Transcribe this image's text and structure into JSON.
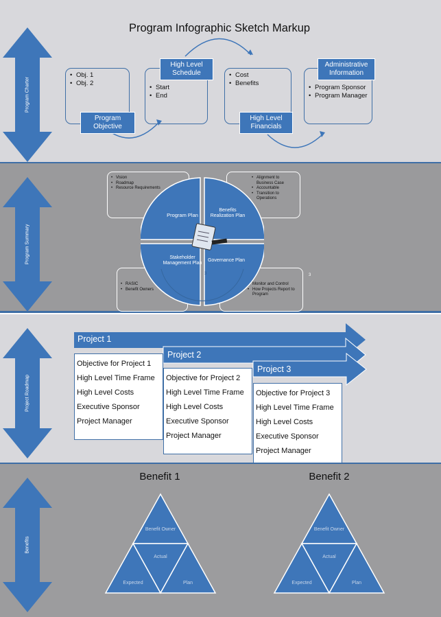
{
  "sections": {
    "charter": "Program Charter",
    "summary": "Program Summary",
    "roadmap": "Project Roadmap",
    "benefits": "Benefits"
  },
  "title": "Program Infographic Sketch Markup",
  "charter": {
    "objective": {
      "label": "Program Objective",
      "items": [
        "Obj. 1",
        "Obj. 2"
      ]
    },
    "schedule": {
      "label": "High Level Schedule",
      "items": [
        "Start",
        "End"
      ]
    },
    "financials": {
      "label": "High Level Financials",
      "items": [
        "Cost",
        "Benefits"
      ]
    },
    "admin": {
      "label": "Administrative Information",
      "items": [
        "Program Sponsor",
        "Program Manager"
      ]
    }
  },
  "summary": {
    "program_plan": {
      "label": "Program Plan",
      "items": [
        "Vision",
        "Roadmap",
        "Resource Requirements"
      ]
    },
    "benefits_plan": {
      "label": "Benefits Realization Plan",
      "items": [
        "Alignment to Business Case",
        "Accountable",
        "Transition to Operations"
      ]
    },
    "stakeholder_plan": {
      "label": "Stakeholder Management Plan",
      "items": [
        "RASIC",
        "Benefit Owners"
      ]
    },
    "governance_plan": {
      "label": "Governance Plan",
      "items": [
        "Monitor and Control",
        "How Projects Report to Program"
      ]
    },
    "marks": [
      "3",
      "3"
    ]
  },
  "projects": [
    {
      "name": "Project 1",
      "items": [
        "Objective for Project 1",
        "High Level Time Frame",
        "High Level Costs",
        "Executive Sponsor",
        "Project Manager"
      ]
    },
    {
      "name": "Project 2",
      "items": [
        "Objective for Project  2",
        "High Level Time Frame",
        "High Level Costs",
        "Executive Sponsor",
        "Project Manager"
      ]
    },
    {
      "name": "Project 3",
      "items": [
        "Objective for Project 3",
        "High Level Time Frame",
        "High Level Costs",
        "Executive Sponsor",
        "Project Manager"
      ]
    }
  ],
  "benefits": [
    {
      "title": "Benefit 1",
      "owner": "Benefit Owner",
      "actual": "Actual",
      "expected": "Expected",
      "plan": "Plan"
    },
    {
      "title": "Benefit 2",
      "owner": "Benefit Owner",
      "actual": "Actual",
      "expected": "Expected",
      "plan": "Plan"
    }
  ],
  "colors": {
    "accent": "#3e76b9",
    "dark_accent": "#3e6ea6",
    "band_light": "#d8d8dc",
    "band_dark": "#9a9a9c"
  }
}
